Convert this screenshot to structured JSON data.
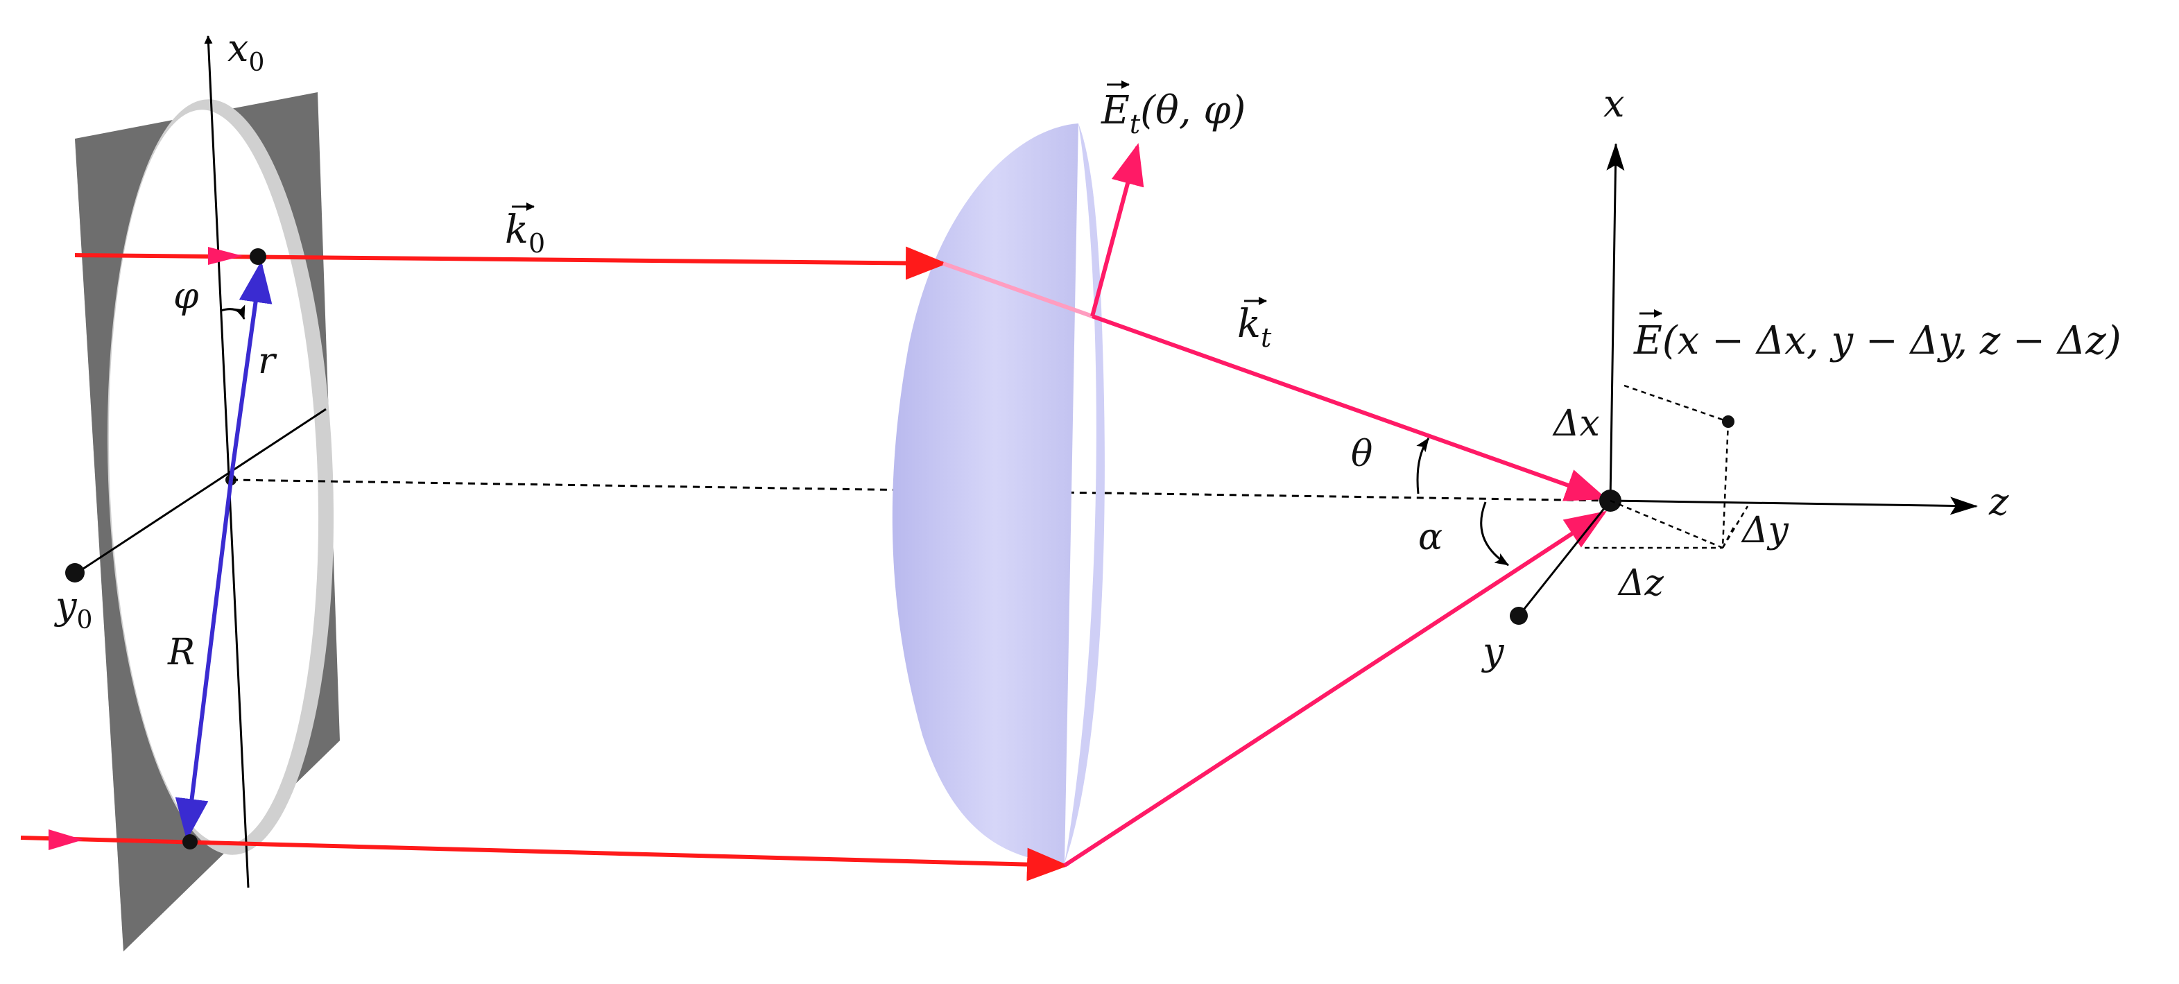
{
  "labels": {
    "x0_base": "x",
    "x0_sub": "0",
    "y0_base": "y",
    "y0_sub": "0",
    "phi": "φ",
    "r": "r",
    "R": "R",
    "k0_base": "k",
    "k0_sub": "0",
    "kt_base": "k",
    "kt_sub": "t",
    "Et_base": "E",
    "Et_sub": "t",
    "Et_args": "(θ, φ)",
    "E_base": "E",
    "E_args": "(x − Δx, y − Δy, z − Δz)",
    "theta": "θ",
    "alpha": "α",
    "x": "x",
    "y": "y",
    "z": "z",
    "dx": "Δx",
    "dy": "Δy",
    "dz": "Δz"
  },
  "colors": {
    "beam": "#ff1a1a",
    "refracted": "#ff1a66",
    "vector_blue": "#3a2bd1",
    "aperture_dark": "#6f6f6f",
    "aperture_light": "#bdbdbd",
    "lens": "#c8c8f5"
  }
}
